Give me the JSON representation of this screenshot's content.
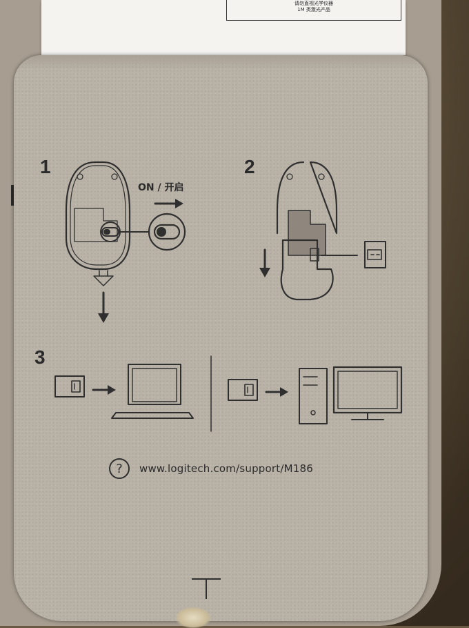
{
  "leaflet": {
    "lines": [
      "请勿直视光学仪器",
      "1M 类激光产品"
    ]
  },
  "steps": {
    "step1": "1",
    "step2": "2",
    "step3": "3"
  },
  "switch_label": "ON / 开启",
  "support": {
    "help_symbol": "?",
    "url": "www.logitech.com/support/M186"
  },
  "icons": [
    "mouse-icon",
    "switch-icon",
    "receiver-icon",
    "laptop-icon",
    "desktop-tower-icon",
    "monitor-icon",
    "arrow-icon",
    "help-icon"
  ]
}
